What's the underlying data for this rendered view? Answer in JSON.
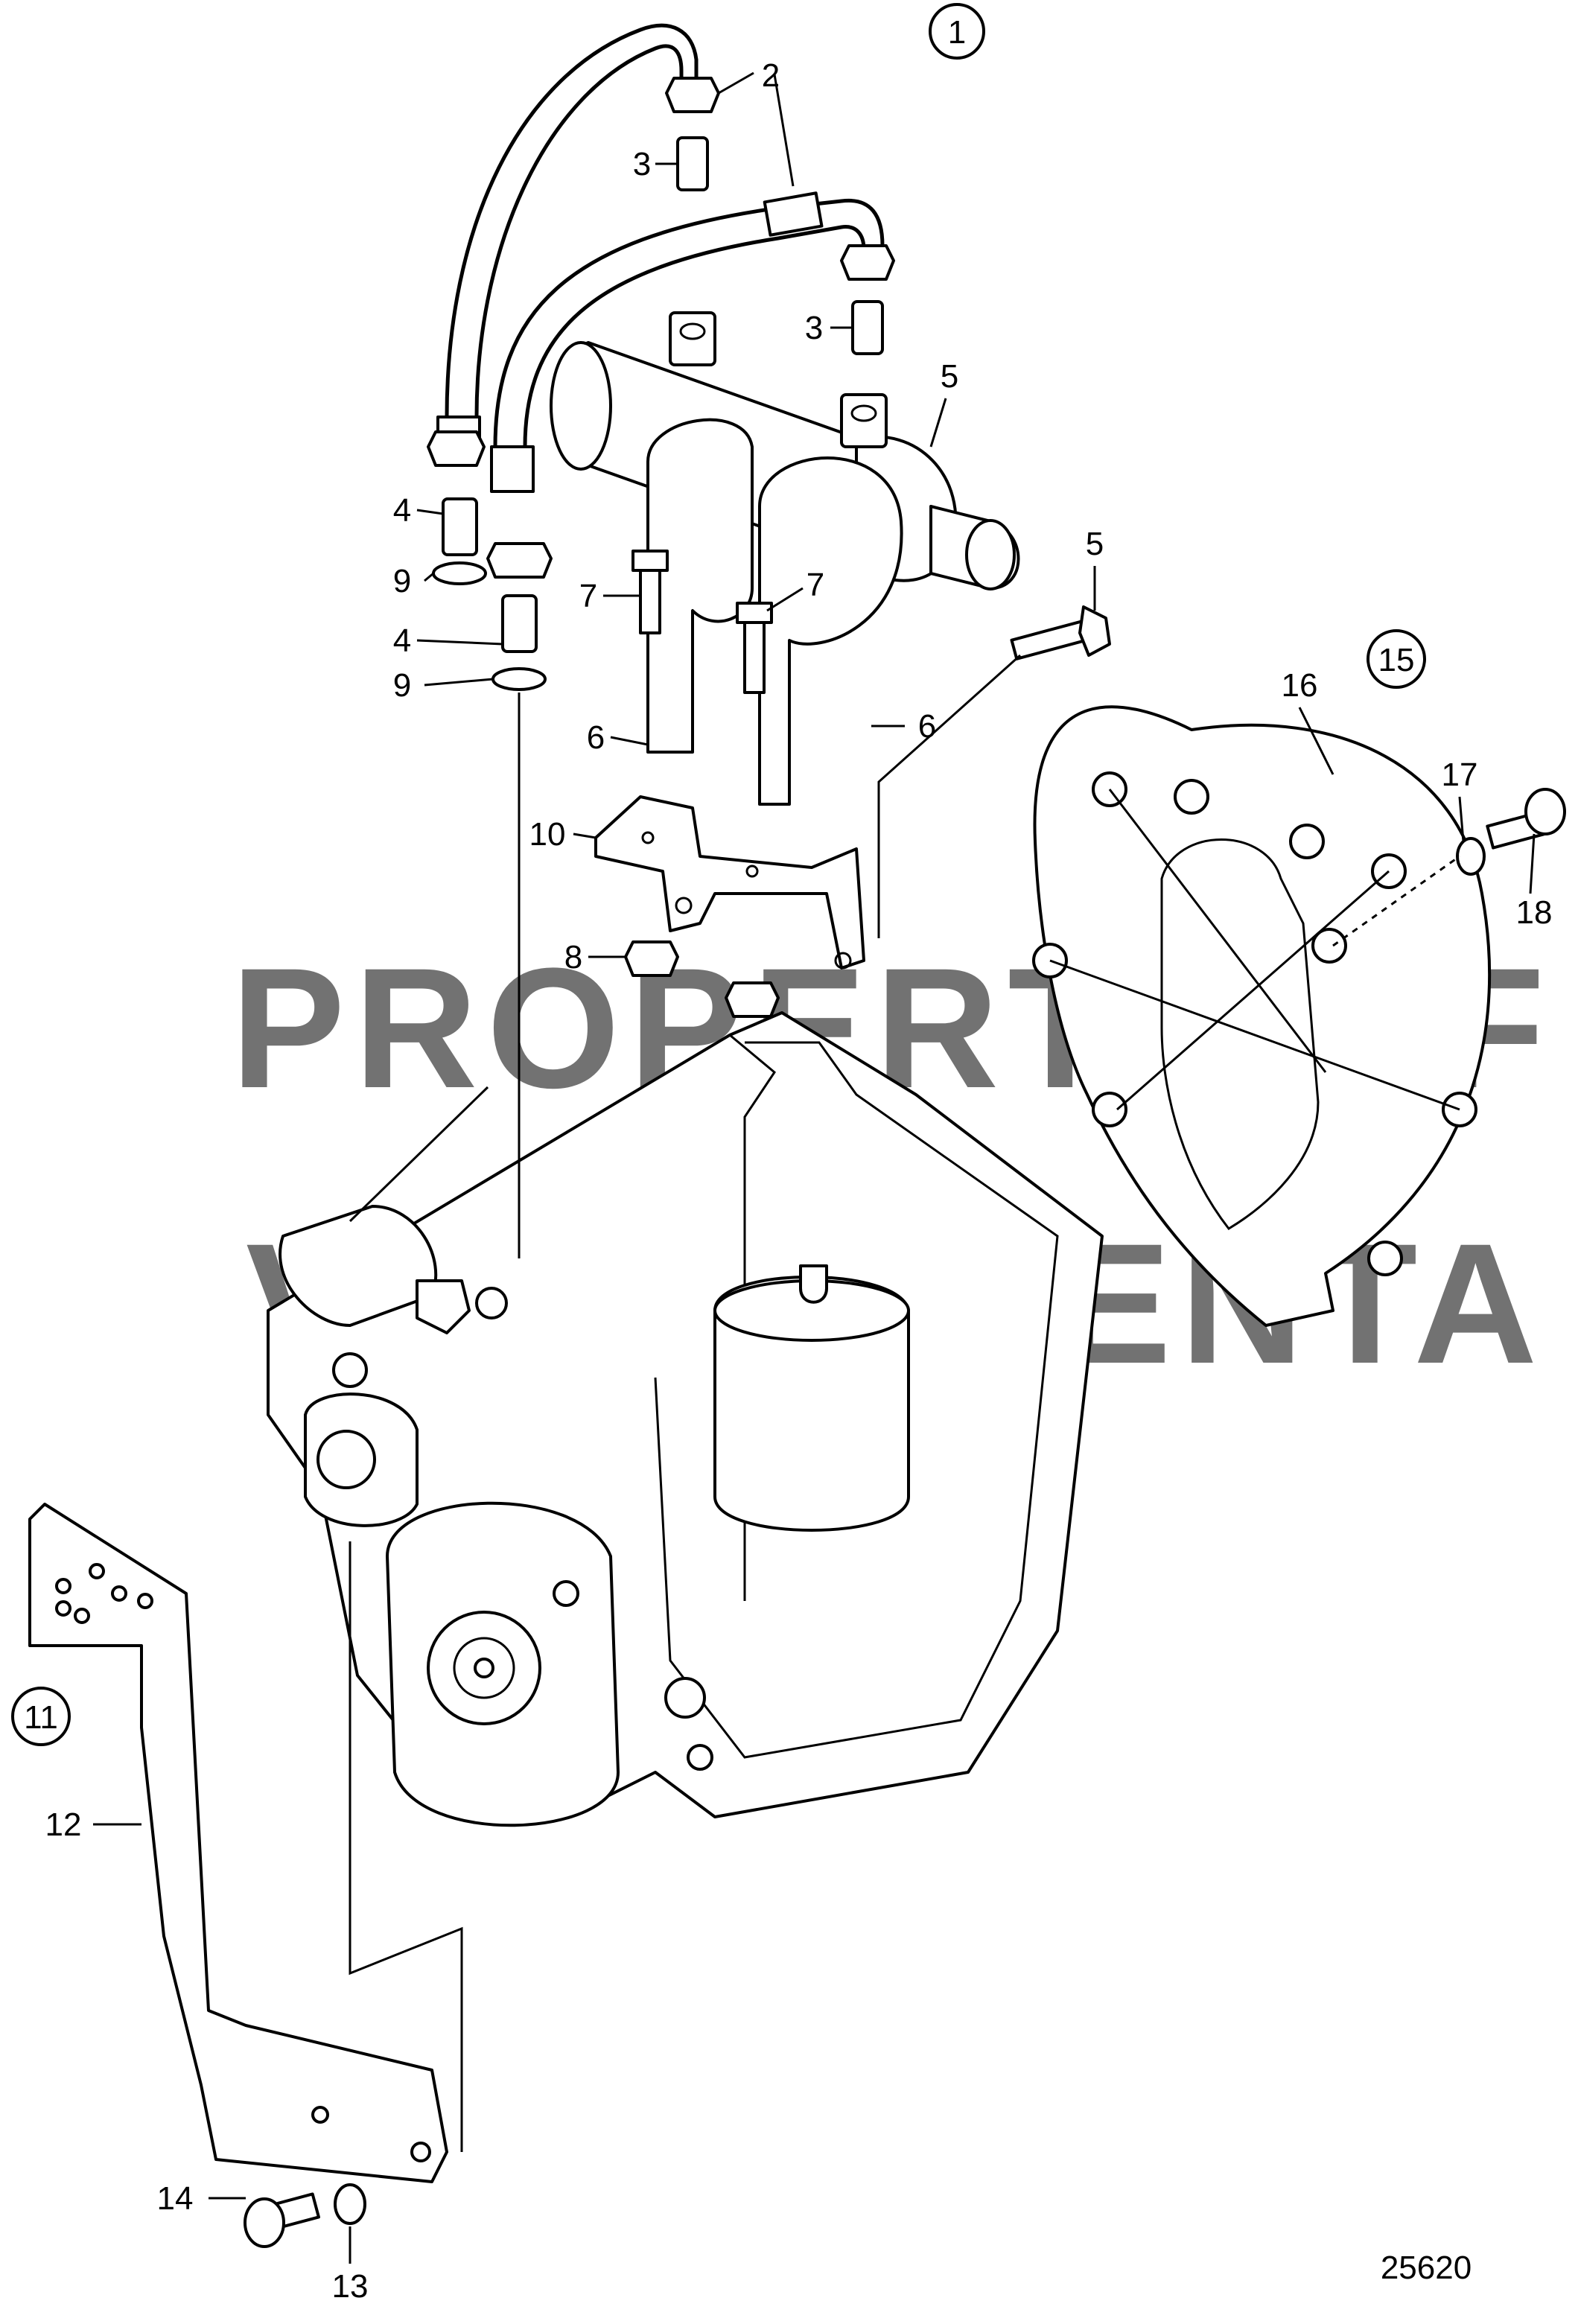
{
  "watermark": {
    "line1": "PROPERTY OF",
    "line2": "VOLVO PENTA"
  },
  "drawing_number": "25620",
  "callouts": {
    "c1": "1",
    "c2": "2",
    "c3a": "3",
    "c3b": "3",
    "c4a": "4",
    "c4b": "4",
    "c5a": "5",
    "c5b": "5",
    "c6a": "6",
    "c6b": "6",
    "c7a": "7",
    "c7b": "7",
    "c8": "8",
    "c9a": "9",
    "c9b": "9",
    "c10": "10",
    "c11": "11",
    "c12": "12",
    "c13": "13",
    "c14": "14",
    "c15": "15",
    "c16": "16",
    "c17": "17",
    "c18": "18"
  }
}
